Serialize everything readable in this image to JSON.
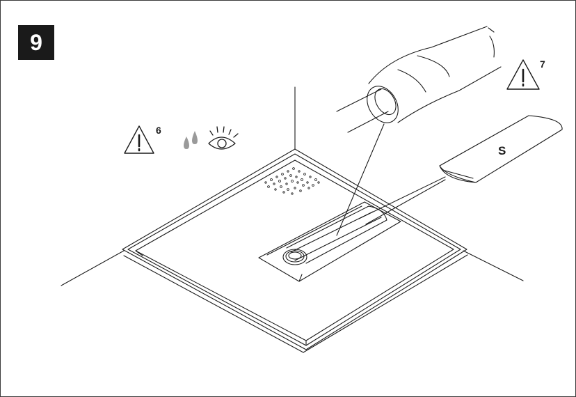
{
  "step": {
    "number": "9"
  },
  "warnings": [
    {
      "icon": "warning-triangle-icon",
      "ref": "6"
    },
    {
      "icon": "warning-triangle-icon",
      "ref": "7"
    }
  ],
  "symbols": {
    "water_drops": "water-drops-icon",
    "eye": "eye-inspection-icon"
  },
  "labels": {
    "tool_s": "S"
  },
  "colors": {
    "stroke": "#1a1a1a",
    "badge_bg": "#1a1a1a",
    "badge_text": "#ffffff",
    "drops": "#9a9a9a"
  }
}
